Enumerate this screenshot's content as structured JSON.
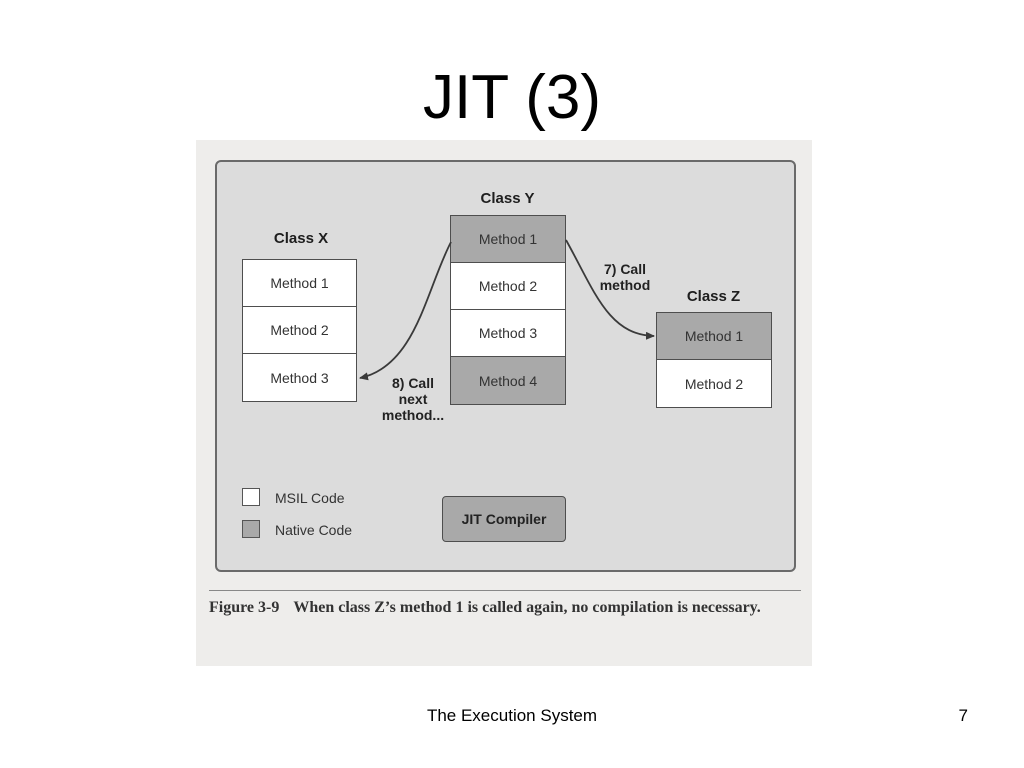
{
  "slide": {
    "title": "JIT (3)",
    "footer": "The Execution System",
    "page_number": "7"
  },
  "figure": {
    "class_x": {
      "title": "Class X",
      "methods": [
        {
          "label": "Method 1",
          "code": "msil"
        },
        {
          "label": "Method 2",
          "code": "msil"
        },
        {
          "label": "Method 3",
          "code": "msil"
        }
      ]
    },
    "class_y": {
      "title": "Class Y",
      "methods": [
        {
          "label": "Method 1",
          "code": "native"
        },
        {
          "label": "Method 2",
          "code": "msil"
        },
        {
          "label": "Method 3",
          "code": "msil"
        },
        {
          "label": "Method 4",
          "code": "native"
        }
      ]
    },
    "class_z": {
      "title": "Class Z",
      "methods": [
        {
          "label": "Method 1",
          "code": "native"
        },
        {
          "label": "Method 2",
          "code": "msil"
        }
      ]
    },
    "arrows": {
      "call_7": {
        "line1": "7) Call",
        "line2": "method"
      },
      "call_8": {
        "line1": "8) Call",
        "line2": "next",
        "line3": "method..."
      }
    },
    "legend": {
      "msil": "MSIL Code",
      "native": "Native Code"
    },
    "jit_compiler": "JIT Compiler",
    "caption": {
      "number": "Figure 3-9",
      "text": "When class Z’s method 1 is called again, no compilation is necessary."
    },
    "colors": {
      "native": "#a9a9a9",
      "msil": "#ffffff",
      "panel": "#dcdcdc"
    }
  }
}
